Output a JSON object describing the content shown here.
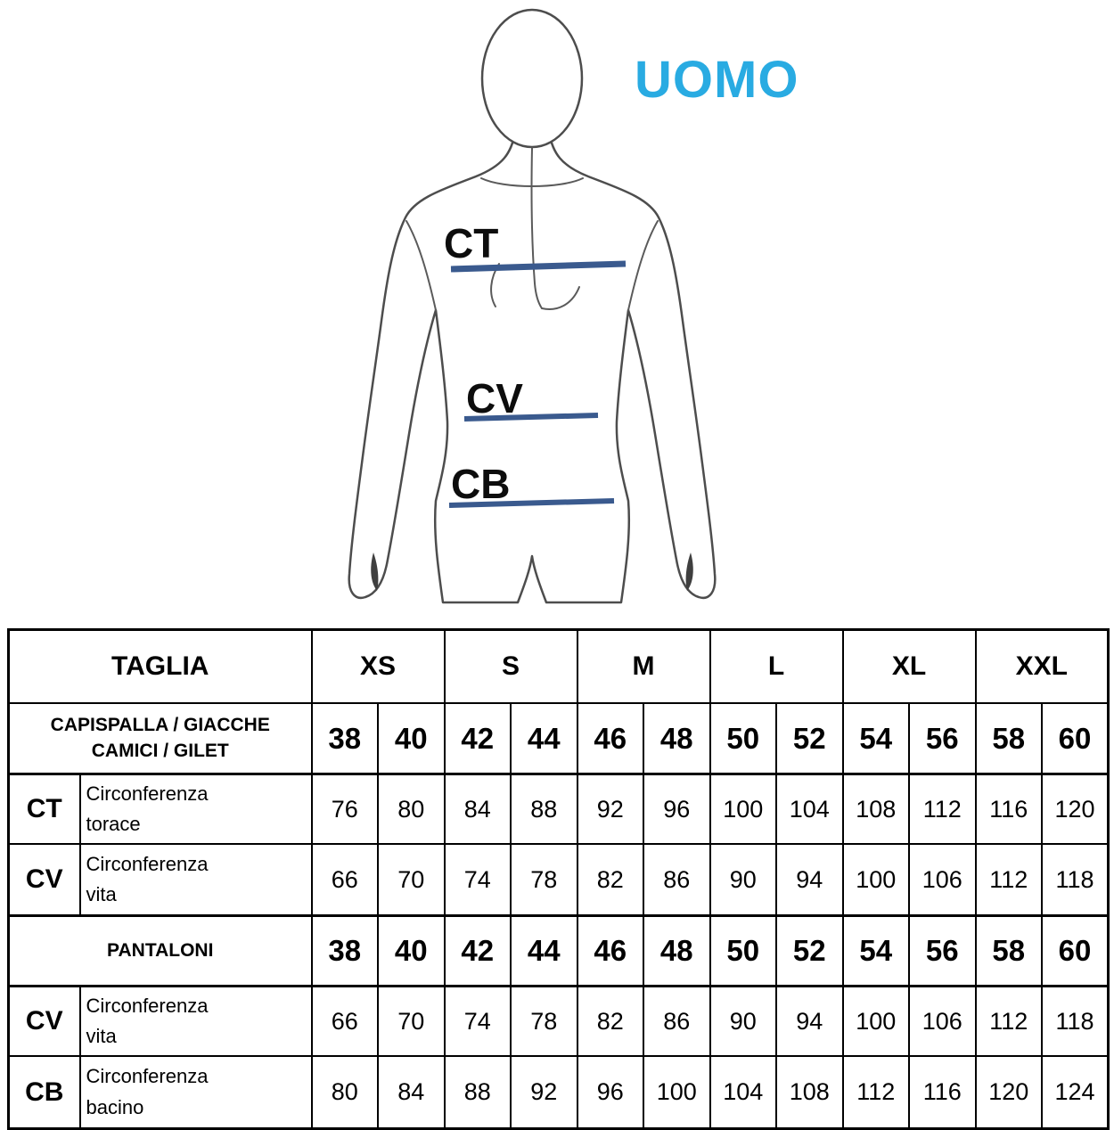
{
  "figure": {
    "title": "UOMO",
    "title_color": "#29abe2",
    "measure_line_color": "#3a5a8e",
    "measures": [
      {
        "code": "CT"
      },
      {
        "code": "CV"
      },
      {
        "code": "CB"
      }
    ]
  },
  "chart_data": {
    "type": "table",
    "header": {
      "taglia_label": "TAGLIA",
      "size_groups": [
        "XS",
        "S",
        "M",
        "L",
        "XL",
        "XXL"
      ]
    },
    "sections": [
      {
        "name_lines": [
          "CAPISPALLA / GIACCHE",
          "CAMICI / GILET"
        ],
        "sizes": [
          38,
          40,
          42,
          44,
          46,
          48,
          50,
          52,
          54,
          56,
          58,
          60
        ],
        "rows": [
          {
            "code": "CT",
            "label_lines": [
              "Circonferenza",
              "torace"
            ],
            "values": [
              76,
              80,
              84,
              88,
              92,
              96,
              100,
              104,
              108,
              112,
              116,
              120
            ]
          },
          {
            "code": "CV",
            "label_lines": [
              "Circonferenza",
              "vita"
            ],
            "values": [
              66,
              70,
              74,
              78,
              82,
              86,
              90,
              94,
              100,
              106,
              112,
              118
            ]
          }
        ]
      },
      {
        "name_lines": [
          "PANTALONI"
        ],
        "sizes": [
          38,
          40,
          42,
          44,
          46,
          48,
          50,
          52,
          54,
          56,
          58,
          60
        ],
        "rows": [
          {
            "code": "CV",
            "label_lines": [
              "Circonferenza",
              "vita"
            ],
            "values": [
              66,
              70,
              74,
              78,
              82,
              86,
              90,
              94,
              100,
              106,
              112,
              118
            ]
          },
          {
            "code": "CB",
            "label_lines": [
              "Circonferenza",
              "bacino"
            ],
            "values": [
              80,
              84,
              88,
              92,
              96,
              100,
              104,
              108,
              112,
              116,
              120,
              124
            ]
          }
        ]
      }
    ]
  }
}
